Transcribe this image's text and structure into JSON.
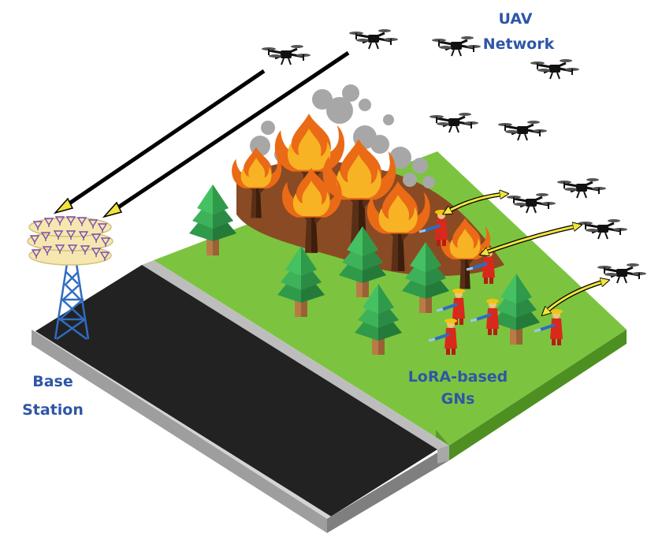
{
  "labels": {
    "uav_line1": "UAV",
    "uav_line2": "Network",
    "base_line1": "Base",
    "base_line2": "Station",
    "gn_line1": "LoRA-based",
    "gn_line2": "GNs"
  },
  "colors": {
    "label": "#2f56a6",
    "grass_top": "#7cc43f",
    "grass_side": "#5a9a2a",
    "road": "#222222",
    "curb": "#bdbdbd",
    "tree_leaf": "#35a452",
    "trunk": "#b97b46",
    "burnt_ground": "#8a4a24",
    "fire_outer": "#ea6a16",
    "fire_inner": "#f7b324",
    "smoke": "#a7a7a7",
    "tower": "#2f6cc2",
    "link_arrow": "#f1e43a",
    "uplink_arrow": "#000000",
    "firefighter": "#d9291c",
    "drone": "#111111"
  },
  "icons": [
    "drone-icon",
    "cell-tower-icon",
    "tree-icon",
    "burning-tree-icon",
    "smoke-icon",
    "firefighter-icon"
  ]
}
